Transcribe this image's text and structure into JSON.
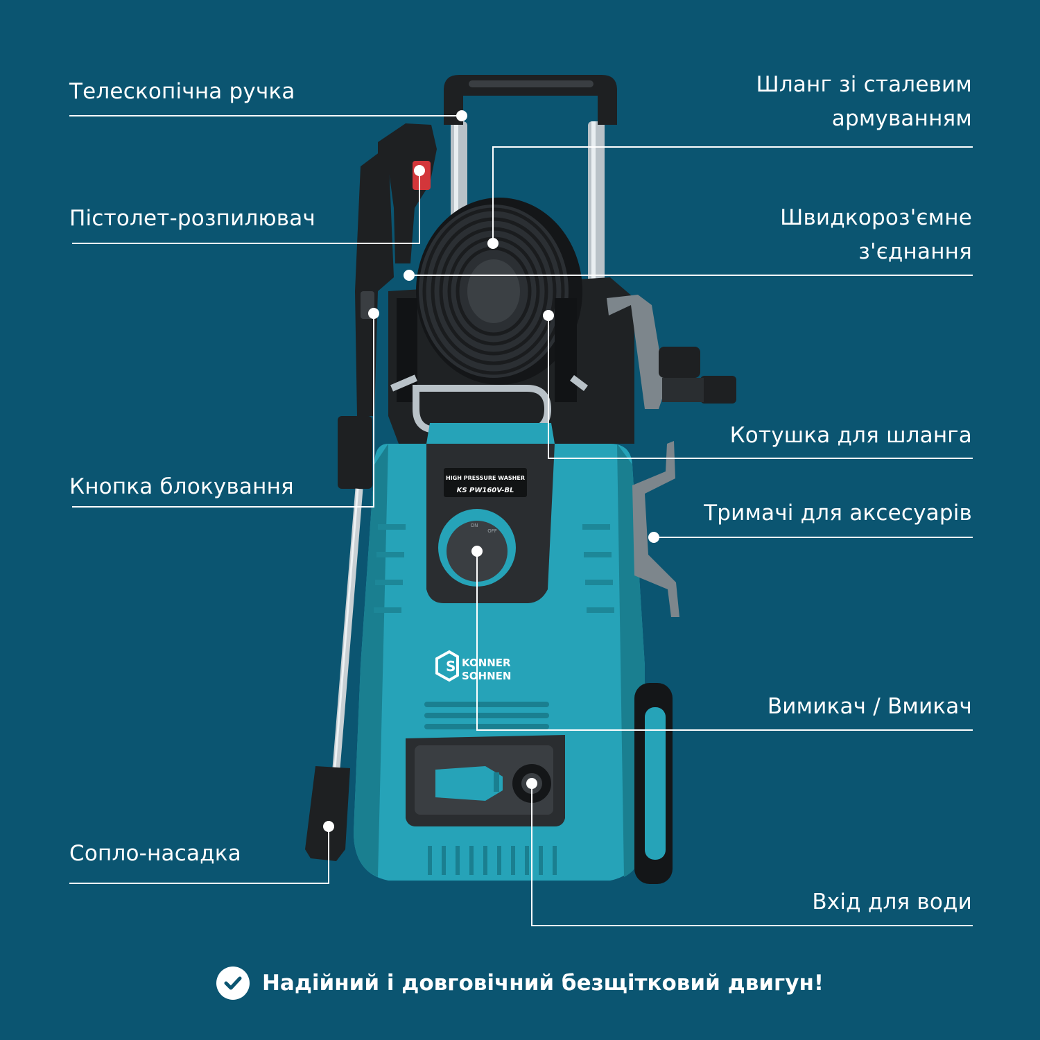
{
  "colors": {
    "background": "#0b5571",
    "accent": "#26a3b8",
    "accent_dark": "#1a7f90",
    "body_dark": "#2a2d30",
    "line": "#ffffff"
  },
  "product": {
    "panel_title": "HIGH PRESSURE WASHER",
    "model": "KS PW160V-BL",
    "switch_on": "ON",
    "switch_off": "OFF",
    "brand_line1": "KONNER",
    "brand_line2": "SOHNEN"
  },
  "callouts": {
    "telescopic_handle": "Телескопічна ручка",
    "spray_gun": "Пістолет-розпилювач",
    "lock_button": "Кнопка блокування",
    "nozzle": "Сопло-насадка",
    "hose_line1": "Шланг зі сталевим",
    "hose_line2": "армуванням",
    "quick_connect_line1": "Швидкороз'ємне",
    "quick_connect_line2": "з'єднання",
    "hose_reel": "Котушка для шланга",
    "accessory_holders": "Тримачі для аксесуарів",
    "power_switch": "Вимикач / Вмикач",
    "water_inlet": "Вхід для води"
  },
  "footer": {
    "icon": "check-circle-icon",
    "text": "Надійний і довговічний безщітковий двигун!"
  }
}
